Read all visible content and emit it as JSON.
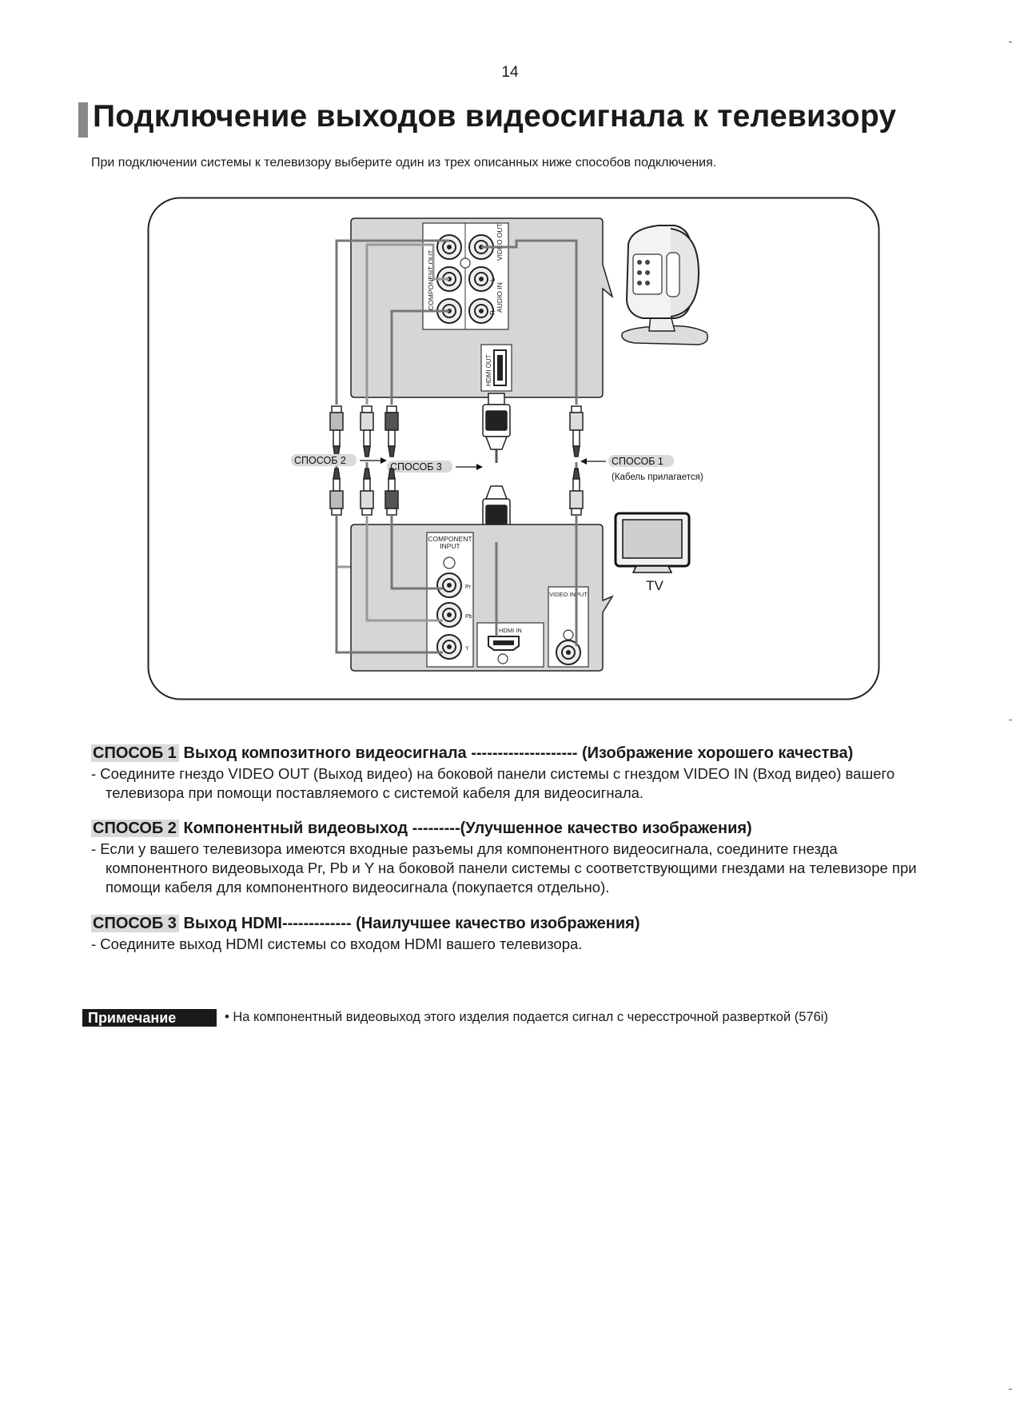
{
  "page_number": "14",
  "title": "Подключение выходов видеосигнала к телевизору",
  "intro": "При подключении системы к телевизору выберите один из трех описанных ниже способов подключения.",
  "diagram": {
    "labels": {
      "component_out": "COMPONENT OUT",
      "video_out": "VIDEO OUT",
      "audio_in": "AUDIO IN",
      "audio_l": "L",
      "audio_r": "R",
      "hdmi_out": "HDMI OUT",
      "method2": "СПОСОБ 2",
      "method3": "СПОСОБ 3",
      "method1": "СПОСОБ 1",
      "cable_supplied": "(Кабель прилагается)",
      "component_input_1": "COMPONENT",
      "component_input_2": "INPUT",
      "pr": "Pr",
      "pb": "Pb",
      "y": "Y",
      "hdmi_in": "HDMI IN",
      "video_input": "VIDEO INPUT",
      "tv": "TV"
    }
  },
  "methods": [
    {
      "tag": "СПОСОБ 1",
      "heading": " Выход композитного видеосигнала  -------------------- (Изображение хорошего качества)",
      "body": "-  Соедините гнездо VIDEO OUT (Выход видео) на боковой панели системы с гнездом VIDEO IN (Вход видео) вашего телевизора при помощи поставляемого с системой кабеля для видеосигнала."
    },
    {
      "tag": "СПОСОБ 2",
      "heading": " Компонентный видеовыход ---------(Улучшенное качество изображения)",
      "body": "-  Если у вашего телевизора имеются входные разъемы для компонентного видеосигнала, соедините гнезда компонентного видеовыхода Pr, Pb и Y на боковой панели системы с соответствующими гнездами на телевизоре при помощи кабеля для компонентного видеосигнала (покупается отдельно)."
    },
    {
      "tag": "СПОСОБ 3",
      "heading": " Выход HDMI------------- (Наилучшее качество изображения)",
      "body": "-  Соедините выход HDMI системы со входом HDMI вашего телевизора."
    }
  ],
  "note": {
    "label": "Примечание",
    "text": "•  На компонентный видеовыход этого изделия подается сигнал с чересстрочной разверткой (576i)"
  }
}
